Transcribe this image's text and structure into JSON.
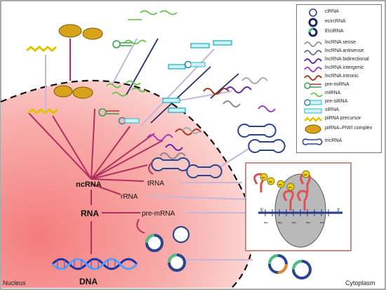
{
  "regions": {
    "nucleus_label": "Nucleus",
    "cytoplasm_label": "Cytoplasm"
  },
  "nodes": {
    "ncrna": "ncRNA",
    "rna": "RNA",
    "dna": "DNA",
    "trna": "tRNA",
    "rrna": "rRNA",
    "pre_mrna": "pre-mRNA"
  },
  "ribosome": {
    "five_prime": "5'",
    "three_prime": "3'",
    "amino_acid_label": "aa",
    "codon_labels": [
      "aa₁",
      "aa₂",
      "aa₃",
      "aa₄",
      "aa₅"
    ]
  },
  "legend": {
    "items": [
      {
        "icon": "circle-blue",
        "label": "ciRNA"
      },
      {
        "icon": "circle-dark-ring",
        "label": "ecircRNA"
      },
      {
        "icon": "circle-teal-ring",
        "label": "EIciRNA"
      },
      {
        "icon": "squiggle-gray",
        "label": "lncRNA sense"
      },
      {
        "icon": "squiggle-slate",
        "label": "lncRNA antisense"
      },
      {
        "icon": "squiggle-purple",
        "label": "lncRNA bidirectional"
      },
      {
        "icon": "squiggle-violet",
        "label": "lncRNA intergenic"
      },
      {
        "icon": "squiggle-orange",
        "label": "lncRNA intronic"
      },
      {
        "icon": "hairpin-red-green",
        "label": "pre-miRNA"
      },
      {
        "icon": "squiggle-green",
        "label": "miRNA"
      },
      {
        "icon": "hairpin-teal",
        "label": "pre-siRNA"
      },
      {
        "icon": "duplex-cyan",
        "label": "siRNA"
      },
      {
        "icon": "zigzag-yellow",
        "label": "piRNA precursor"
      },
      {
        "icon": "oval-gold",
        "label": "piRNA–PIWI complex"
      },
      {
        "icon": "dumbbell-blue",
        "label": "tricRNA"
      }
    ]
  },
  "colors": {
    "nucleus_fill": "#f7a9a8",
    "connector": "#b03060",
    "cytoplasm_line": "#c8b8d8",
    "ribosome_frame": "#c0908a",
    "ribosome_fill": "#b8b8b8",
    "dna_blue": "#2a4fd0"
  }
}
